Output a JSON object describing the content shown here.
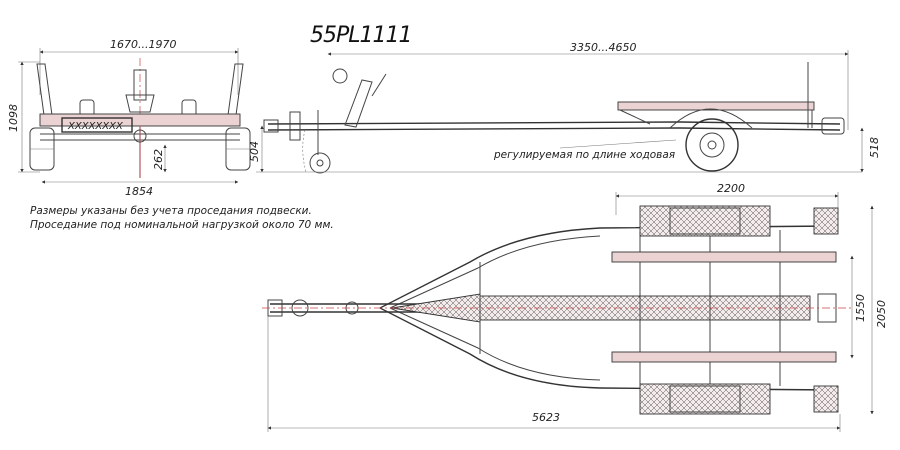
{
  "title": "55PL1111",
  "dimensions": {
    "front_width_range": "1670...1970",
    "front_height": "1098",
    "front_track": "1854",
    "front_clearance": "262",
    "side_length_range": "3350...4650",
    "side_hitch_height": "504",
    "side_frame_height": "518",
    "top_width": "2200",
    "top_inner_width": "1550",
    "top_outer_width": "2050",
    "top_total_length": "5623"
  },
  "labels": {
    "adjustable_note": "регулируемая по длине ходовая",
    "axle_marking": "XXXXXXXX",
    "footnote_line1": "Размеры указаны без учета проседания подвески.",
    "footnote_line2": "Проседание под номинальной нагрузкой около 70 мм."
  },
  "colors": {
    "line": "#444444",
    "accent_red": "#b5575a",
    "fill_red": "#ecd3d3"
  }
}
